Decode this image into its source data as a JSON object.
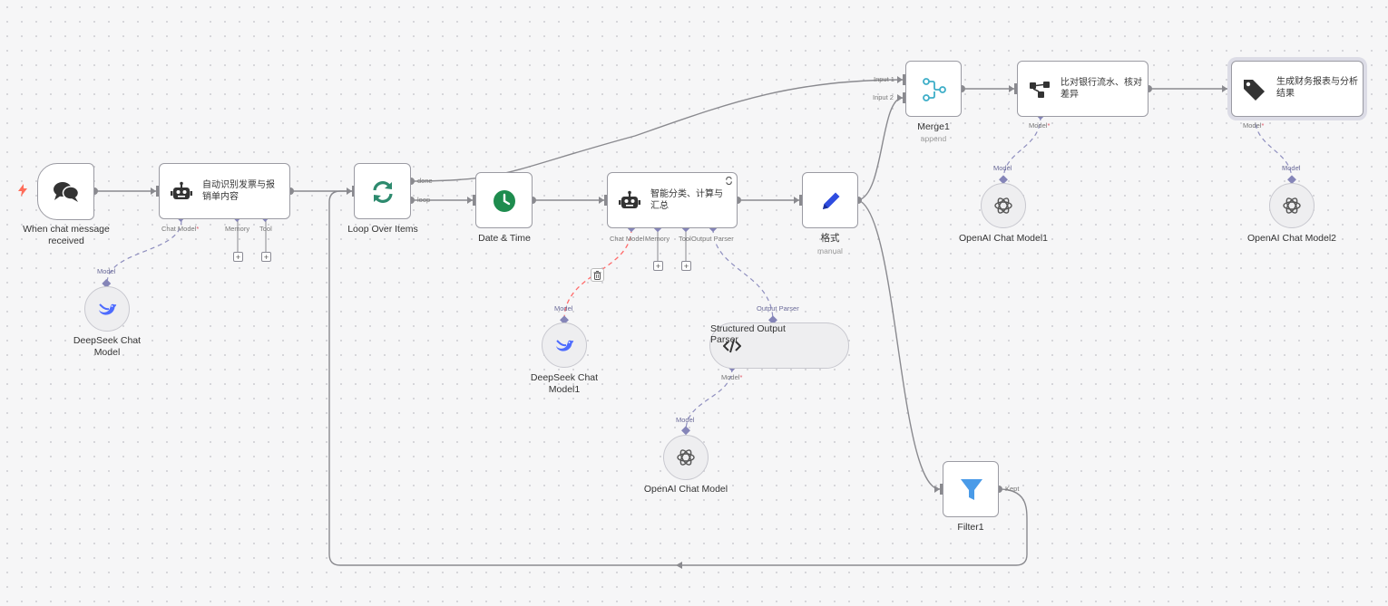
{
  "nodes": {
    "chat_trigger": {
      "label": "When chat message received"
    },
    "agent1": {
      "title": "自动识别发票与报销单内容",
      "ports": [
        "Chat Model",
        "Memory",
        "Tool"
      ]
    },
    "deepseek1": {
      "label": "DeepSeek Chat Model",
      "port": "Model"
    },
    "loop": {
      "label": "Loop Over Items",
      "outputs": [
        "done",
        "loop"
      ]
    },
    "datetime": {
      "label": "Date & Time"
    },
    "agent2": {
      "title": "智能分类、计算与汇总",
      "ports": [
        "Chat Model",
        "Memory",
        "Tool",
        "Output Parser"
      ]
    },
    "deepseek2": {
      "label": "DeepSeek Chat Model1",
      "port": "Model"
    },
    "parser": {
      "label": "Structured Output Parser",
      "top_port": "Output Parser",
      "bottom_port": "Model"
    },
    "openai_parser": {
      "label": "OpenAI Chat Model",
      "port": "Model"
    },
    "format": {
      "label": "格式",
      "sub": "manual"
    },
    "merge": {
      "label": "Merge1",
      "sub": "append",
      "inputs": [
        "Input 1",
        "Input 2"
      ]
    },
    "compare": {
      "title": "比对银行流水、核对差异",
      "port": "Model"
    },
    "openai1": {
      "label": "OpenAI Chat Model1",
      "port": "Model"
    },
    "report": {
      "title": "生成财务报表与分析结果",
      "port": "Model"
    },
    "openai2": {
      "label": "OpenAI Chat Model2",
      "port": "Model"
    },
    "filter": {
      "label": "Filter1",
      "output": "Kept"
    }
  },
  "colors": {
    "edge": "#8a8a8f",
    "sub_edge": "#8f8fbf",
    "error_edge": "#ff6b6b",
    "port_diamond": "#8585b8",
    "trigger_bolt": "#ff6d5a",
    "loop_icon": "#2d8a6e",
    "clock_icon": "#1e8c4e",
    "merge_icon": "#3eaec8",
    "pencil_icon": "#2f4de0",
    "filter_icon": "#4a9be8",
    "deepseek_icon": "#4d6bfe"
  }
}
